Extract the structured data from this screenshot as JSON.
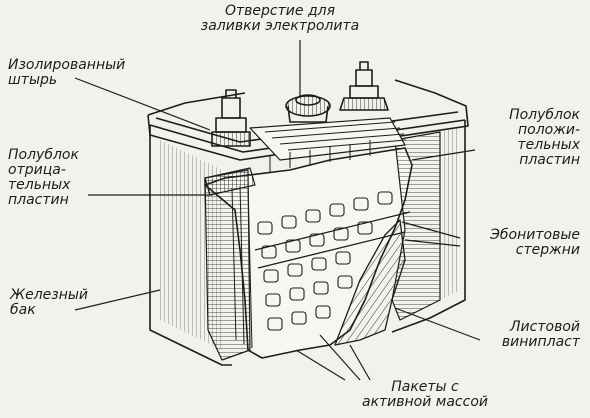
{
  "labels": {
    "fill_hole": [
      "Отверстие для",
      "заливки электролита"
    ],
    "insulated_pin": [
      "Изолированный",
      "штырь"
    ],
    "pos_half_block": [
      "Полублок",
      "положи-",
      "тельных",
      "пластин"
    ],
    "neg_half_block": [
      "Полублок",
      "отрица-",
      "тельных",
      "пластин"
    ],
    "ebonite_rods": [
      "Эбонитовые",
      "стержни"
    ],
    "iron_tank": [
      "Железный",
      "бак"
    ],
    "vinyl_sheet": [
      "Листовой",
      "винипласт"
    ],
    "active_packets": [
      "Пакеты с",
      "активной массой"
    ]
  },
  "colors": {
    "ink": "#1d1d1d",
    "paper": "#f2f1ec"
  }
}
